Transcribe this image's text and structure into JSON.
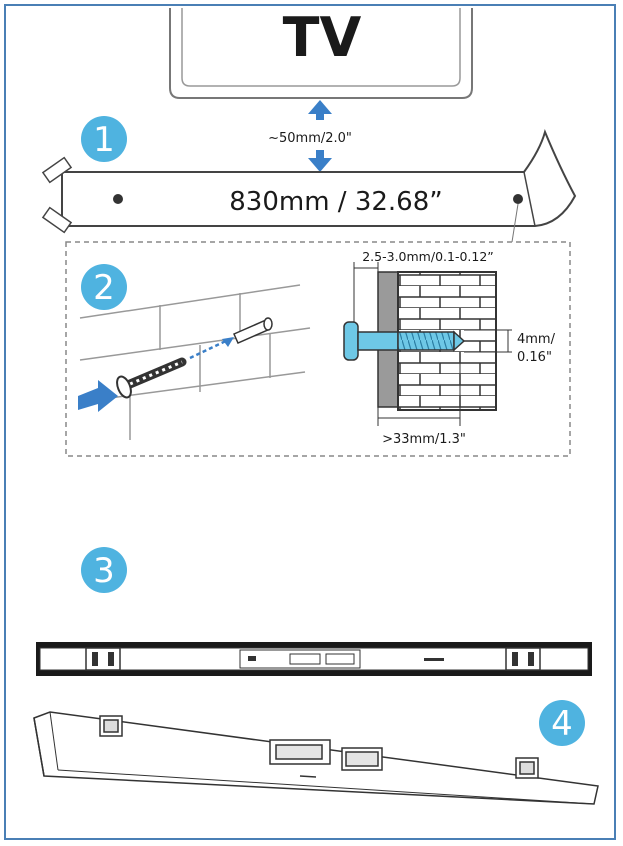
{
  "tv_label": "TV",
  "gap_label": "~50mm/2.0\"",
  "template_width_label": "830mm / 32.68”",
  "wall_thickness_label": "2.5-3.0mm/0.1-0.12”",
  "hole_diameter_label_line1": "4mm/",
  "hole_diameter_label_line2": "0.16\"",
  "hole_depth_label": ">33mm/1.3\"",
  "steps": [
    "1",
    "2",
    "3",
    "4"
  ],
  "colors": {
    "accent": "#4fb3e0",
    "frame": "#4a7fb5",
    "arrow": "#3a7fc8",
    "screw": "#6ec8e6"
  }
}
